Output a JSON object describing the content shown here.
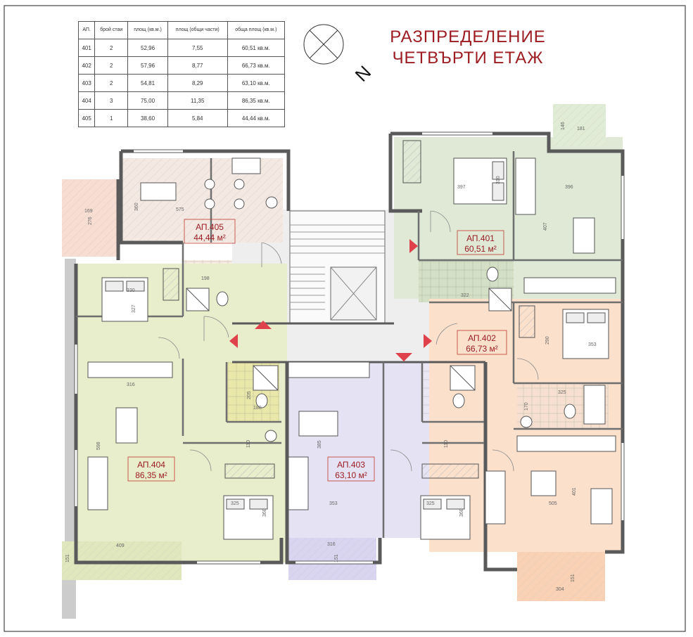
{
  "title": [
    "РАЗПРЕДЕЛЕНИЕ",
    "ЧЕТВЪРТИ ЕТАЖ"
  ],
  "north_label": "N",
  "table": {
    "headers": [
      "АП.",
      "брой стаи",
      "площ (кв.м.)",
      "площ (общи части)",
      "обща площ (кв.м.)"
    ],
    "rows": [
      [
        "401",
        "2",
        "52,96",
        "7,55",
        "60,51 кв.м."
      ],
      [
        "402",
        "2",
        "57,96",
        "8,77",
        "66,73 кв.м."
      ],
      [
        "403",
        "2",
        "54,81",
        "8,29",
        "63,10 кв.м."
      ],
      [
        "404",
        "3",
        "75,00",
        "11,35",
        "86,35 кв.м."
      ],
      [
        "405",
        "1",
        "38,60",
        "5,84",
        "44,44 кв.м."
      ]
    ]
  },
  "apartments": [
    {
      "id": "405",
      "label": "АП.405",
      "area": "44,44 м²",
      "color": "#f4e9e2"
    },
    {
      "id": "401",
      "label": "АП.401",
      "area": "60,51 м²",
      "color": "#dfe9d6"
    },
    {
      "id": "402",
      "label": "АП.402",
      "area": "66,73 м²",
      "color": "#fbe0cc"
    },
    {
      "id": "404",
      "label": "АП.404",
      "area": "86,35 м²",
      "color": "#e8edcc"
    },
    {
      "id": "403",
      "label": "АП.403",
      "area": "63,10 м²",
      "color": "#e5e2f3"
    }
  ],
  "dimensions": [
    "169",
    "276",
    "575",
    "360",
    "330",
    "327",
    "316",
    "598",
    "409",
    "151",
    "198",
    "205",
    "180",
    "110",
    "385",
    "353",
    "316",
    "151",
    "325",
    "368",
    "397",
    "310",
    "396",
    "407",
    "322",
    "146",
    "181",
    "353",
    "290",
    "325",
    "170",
    "505",
    "401",
    "151",
    "304",
    "110",
    "325",
    "368"
  ],
  "colors": {
    "accent": "#9c1c22",
    "arrow": "#e0424b",
    "wall": "#5a5a5a",
    "corridor": "#eeeeee",
    "terrace_405": "#f8ddd3",
    "terrace_401": "#e0ecd6",
    "terrace_402": "#f9d2b5",
    "terrace_404": "#e0e7bd",
    "terrace_403": "#d9d4ef"
  }
}
